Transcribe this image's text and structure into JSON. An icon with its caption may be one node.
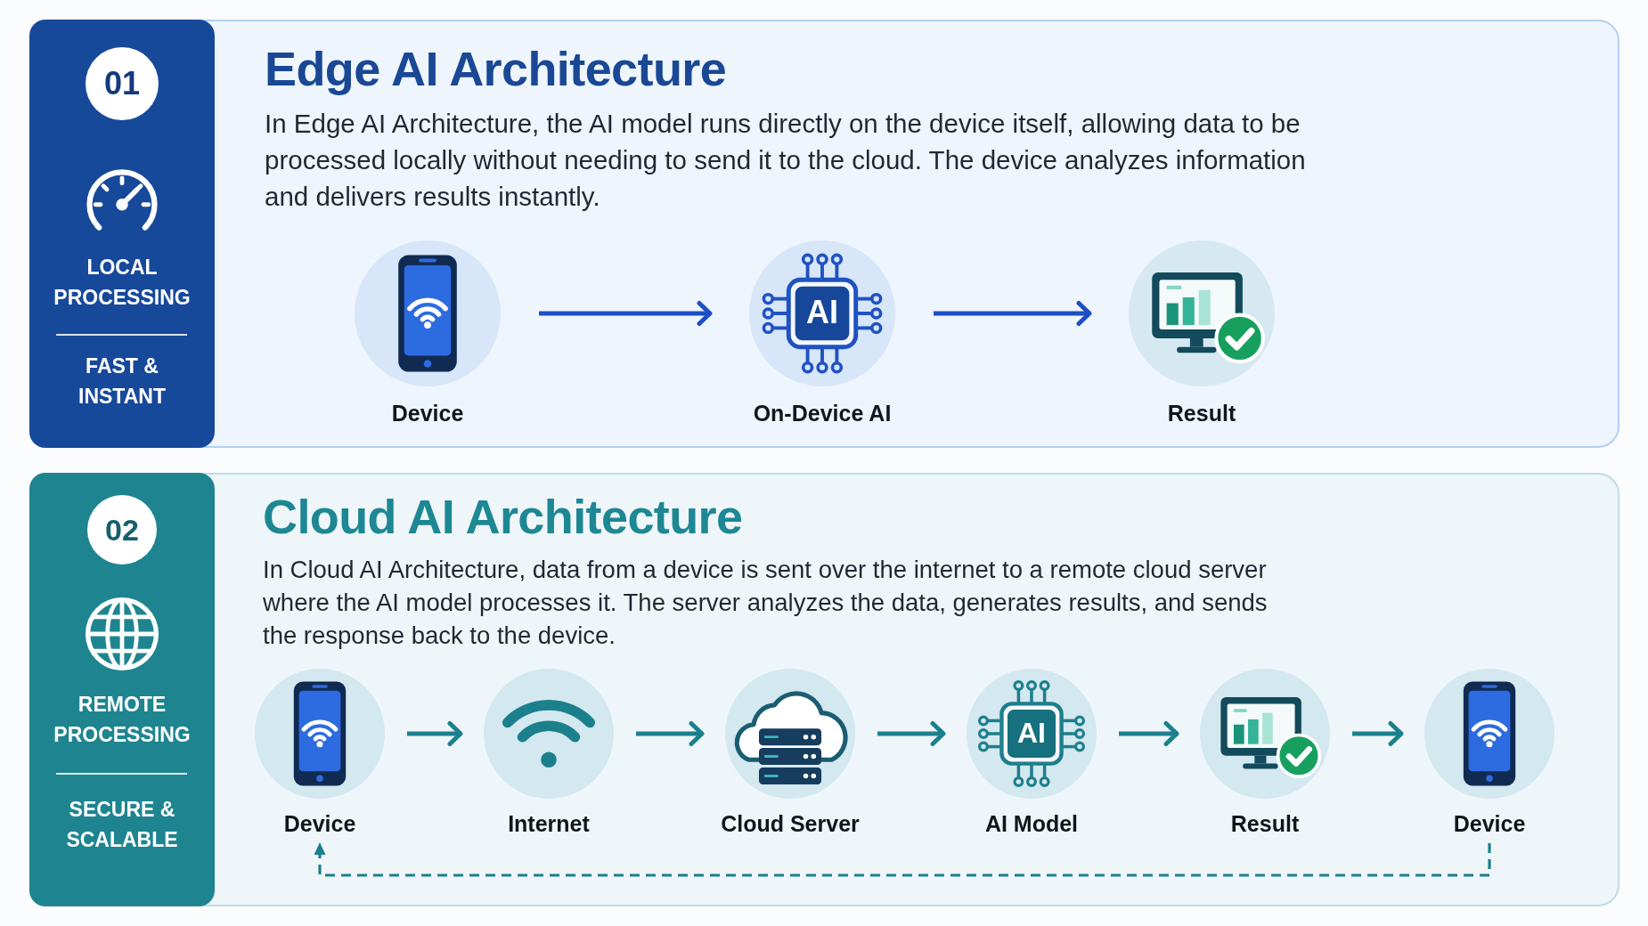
{
  "diagram": {
    "nodes": [
      {
        "text": [
          "Edge AI Architecture",
          "In Edge AI Architecture, the AI model runs directly on the device itself, allowing data to be processed locally without needing to send it to the cloud. The device analyzes information and delivers results instantly."
        ]
      },
      {
        "text": [
          "LOCAL PROCESSING",
          "FAST & INSTANT"
        ],
        "in": 0
      },
      {
        "text": [
          "01"
        ],
        "in": 1
      },
      {
        "text": [
          "Device"
        ],
        "in": 0
      },
      {
        "text": [
          "On-Device AI"
        ],
        "in": 0
      },
      {
        "text": [
          "Result"
        ],
        "in": 0
      },
      {
        "text": [
          "Cloud AI Architecture",
          "In Cloud AI Architecture, data from a device is sent over the internet to a remote cloud server where the AI model processes it. The server analyzes the data, generates results, and sends the response back to the device."
        ]
      },
      {
        "text": [
          "REMOTE PROCESSING",
          "SECURE & SCALABLE"
        ],
        "in": 6
      },
      {
        "text": [
          "02"
        ],
        "in": 7
      },
      {
        "text": [
          "Device"
        ],
        "in": 6
      },
      {
        "text": [
          "Internet"
        ],
        "in": 6
      },
      {
        "text": [
          "Cloud Server"
        ],
        "in": 6
      },
      {
        "text": [
          "AI Model"
        ],
        "in": 6
      },
      {
        "text": [
          "Result"
        ],
        "in": 6
      },
      {
        "text": [
          "Device"
        ],
        "in": 6
      }
    ],
    "edges": [
      {
        "from": 3,
        "to": 4,
        "arrow": "to",
        "color": "#1d4fc4"
      },
      {
        "from": 4,
        "to": 5,
        "arrow": "to",
        "color": "#1d4fc4"
      },
      {
        "from": 9,
        "to": 10,
        "arrow": "to"
      },
      {
        "from": 10,
        "to": 11,
        "arrow": "to"
      },
      {
        "from": 11,
        "to": 12,
        "arrow": "to"
      },
      {
        "from": 12,
        "to": 13,
        "arrow": "to"
      },
      {
        "from": 13,
        "to": 14,
        "arrow": "to"
      },
      {
        "from": 14,
        "to": 9,
        "arrow": "to",
        "style": "dashed"
      }
    ],
    "labels": [
      "AI",
      "AI"
    ]
  }
}
